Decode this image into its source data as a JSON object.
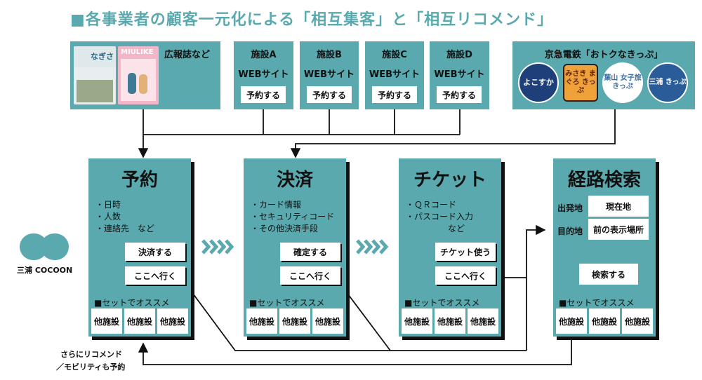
{
  "title": "■各事業者の顧客一元化による「相互集客」と「相互リコメンド」",
  "top": {
    "media_label": "広報誌など",
    "magazine1_text": "なぎさ",
    "magazine2_text": "MIULIKE",
    "facilities": [
      {
        "name": "施設A",
        "web": "WEBサイト",
        "btn": "予約する"
      },
      {
        "name": "施設B",
        "web": "WEBサイト",
        "btn": "予約する"
      },
      {
        "name": "施設C",
        "web": "WEBサイト",
        "btn": "予約する"
      },
      {
        "name": "施設D",
        "web": "WEBサイト",
        "btn": "予約する"
      }
    ],
    "keikyu_title": "京急電鉄「おトクなきっぷ」",
    "tickets": [
      "よこすか",
      "みさき まぐろ きっぷ",
      "葉山 女子旅 きっぷ",
      "三浦 きっぷ"
    ]
  },
  "steps": [
    {
      "heading": "予約",
      "bullets": [
        "・日時",
        "・人数",
        "・連絡先　など"
      ],
      "action": "決済する",
      "go": "ここへ行く",
      "set": "■セットでオススメ",
      "others": [
        "他施設",
        "他施設",
        "他施設"
      ]
    },
    {
      "heading": "決済",
      "bullets": [
        "・カード情報",
        "・セキュリティコード",
        "・その他決済手段"
      ],
      "action": "確定する",
      "go": "ここへ行く",
      "set": "■セットでオススメ",
      "others": [
        "他施設",
        "他施設",
        "他施設"
      ]
    },
    {
      "heading": "チケット",
      "bullets": [
        "・ＱＲコード",
        "・パスコード入力",
        "　　　　　など"
      ],
      "action": "チケット使う",
      "go": "ここへ行く",
      "set": "■セットでオススメ",
      "others": [
        "他施設",
        "他施設",
        "他施設"
      ]
    },
    {
      "heading": "経路検索",
      "origin_label": "出発地",
      "origin_value": "現在地",
      "dest_label": "目的地",
      "dest_value": "前の表示場所",
      "search": "検索する",
      "set": "■セットでオススメ",
      "others": [
        "他施設",
        "他施設",
        "他施設"
      ]
    }
  ],
  "logo": {
    "text": "三浦 COCOON"
  },
  "bottom_note": [
    "さらにリコメンド",
    "／モビリティも予約"
  ],
  "colors": {
    "teal": "#5aa9ae",
    "dark": "#111111",
    "title": "#5aa9ae"
  }
}
